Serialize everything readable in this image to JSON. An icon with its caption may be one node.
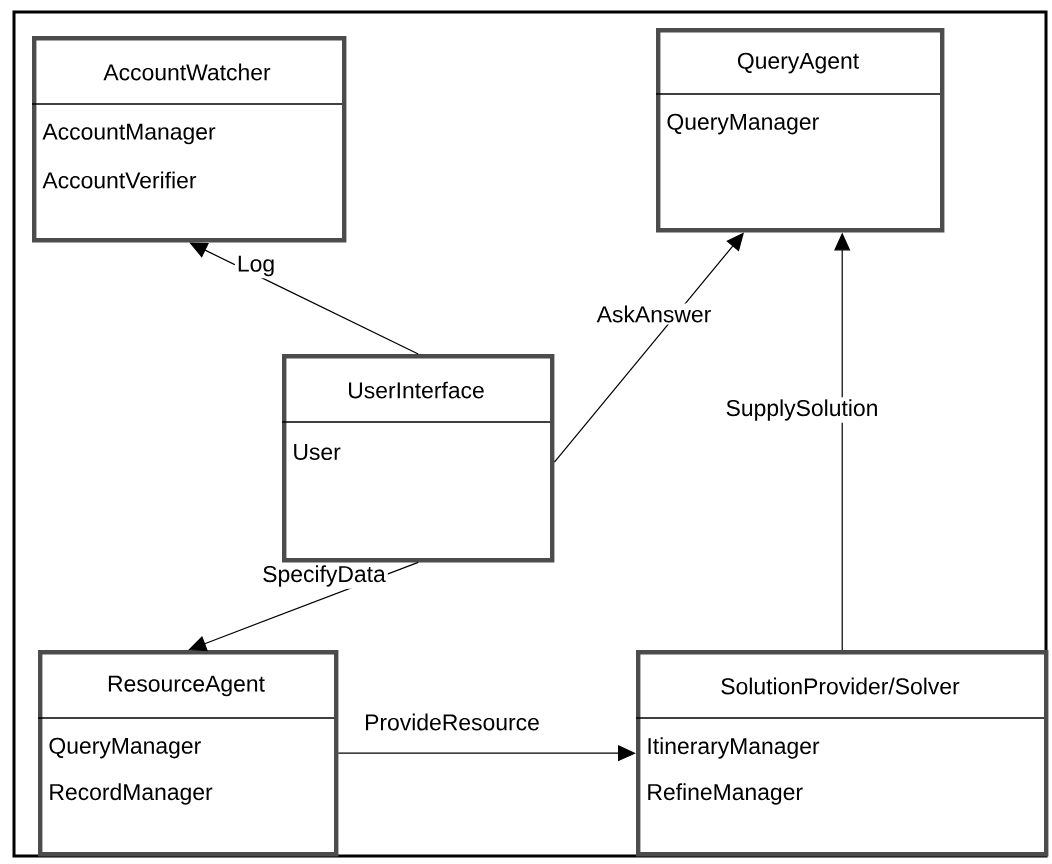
{
  "diagram": {
    "nodes": [
      {
        "text": [
          "AccountWatcher",
          "AccountManager",
          "AccountVerifier"
        ]
      },
      {
        "text": [
          "QueryAgent",
          "QueryManager"
        ]
      },
      {
        "text": [
          "UserInterface",
          "User"
        ]
      },
      {
        "text": [
          "ResourceAgent",
          "QueryManager",
          "RecordManager"
        ]
      },
      {
        "text": [
          "SolutionProvider/Solver",
          "ItineraryManager",
          "RefineManager"
        ]
      }
    ],
    "edges": [
      {
        "from": 2,
        "to": 0,
        "arrow": "to",
        "label": "Log"
      },
      {
        "from": 2,
        "to": 1,
        "arrow": "to",
        "label": "AskAnswer"
      },
      {
        "from": 4,
        "to": 1,
        "arrow": "to",
        "label": "SupplySolution"
      },
      {
        "from": 2,
        "to": 3,
        "arrow": "to",
        "label": "SpecifyData"
      },
      {
        "from": 3,
        "to": 4,
        "arrow": "to",
        "label": "ProvideResource"
      }
    ]
  }
}
